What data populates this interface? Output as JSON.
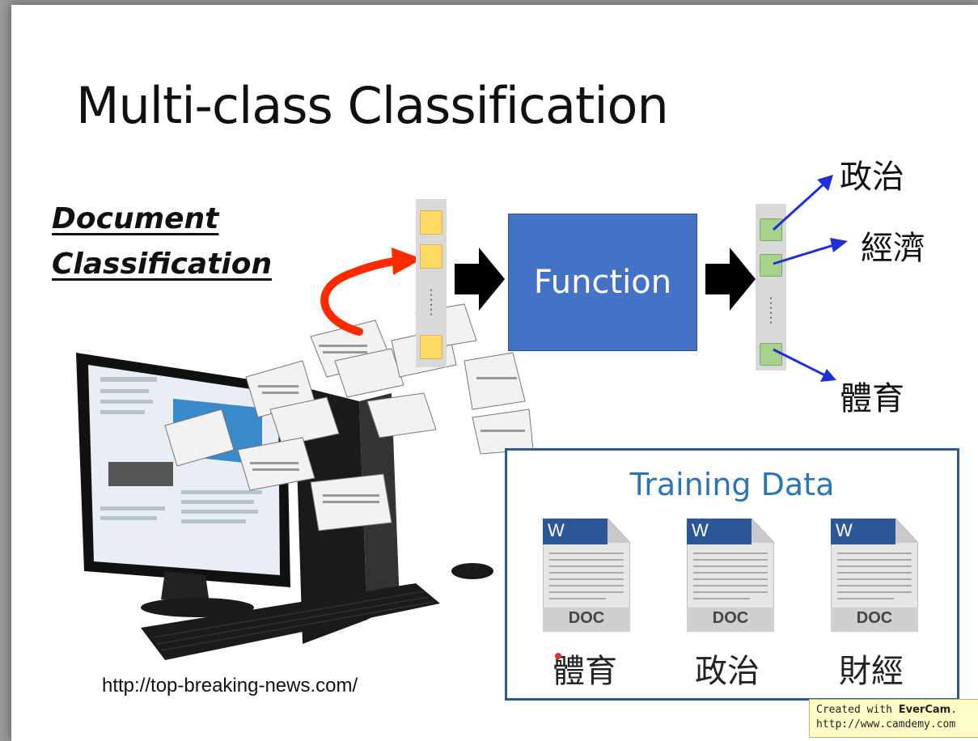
{
  "slide": {
    "title": "Multi-class Classification",
    "doc_classification": [
      "Document",
      "Classification"
    ],
    "function_label": "Function",
    "outputs": [
      "政治",
      "經濟",
      "體育"
    ],
    "training": {
      "title": "Training Data",
      "docs": [
        {
          "badge": "DOC",
          "icon": "W",
          "label": "體育"
        },
        {
          "badge": "DOC",
          "icon": "W",
          "label": "政治"
        },
        {
          "badge": "DOC",
          "icon": "W",
          "label": "財經"
        }
      ]
    },
    "source_url": "http://top-breaking-news.com/"
  },
  "watermark": {
    "line1_prefix": "Created with ",
    "brand": "EverCam",
    "line1_suffix": ".",
    "line2": "http://www.camdemy.com"
  },
  "colors": {
    "function_box": "#4472c4",
    "input_cell": "#ffd966",
    "output_cell": "#a9d18e",
    "red_arrow": "#ff2a00",
    "blue_arrow": "#1f2fd6",
    "training_title": "#2e75b6"
  }
}
